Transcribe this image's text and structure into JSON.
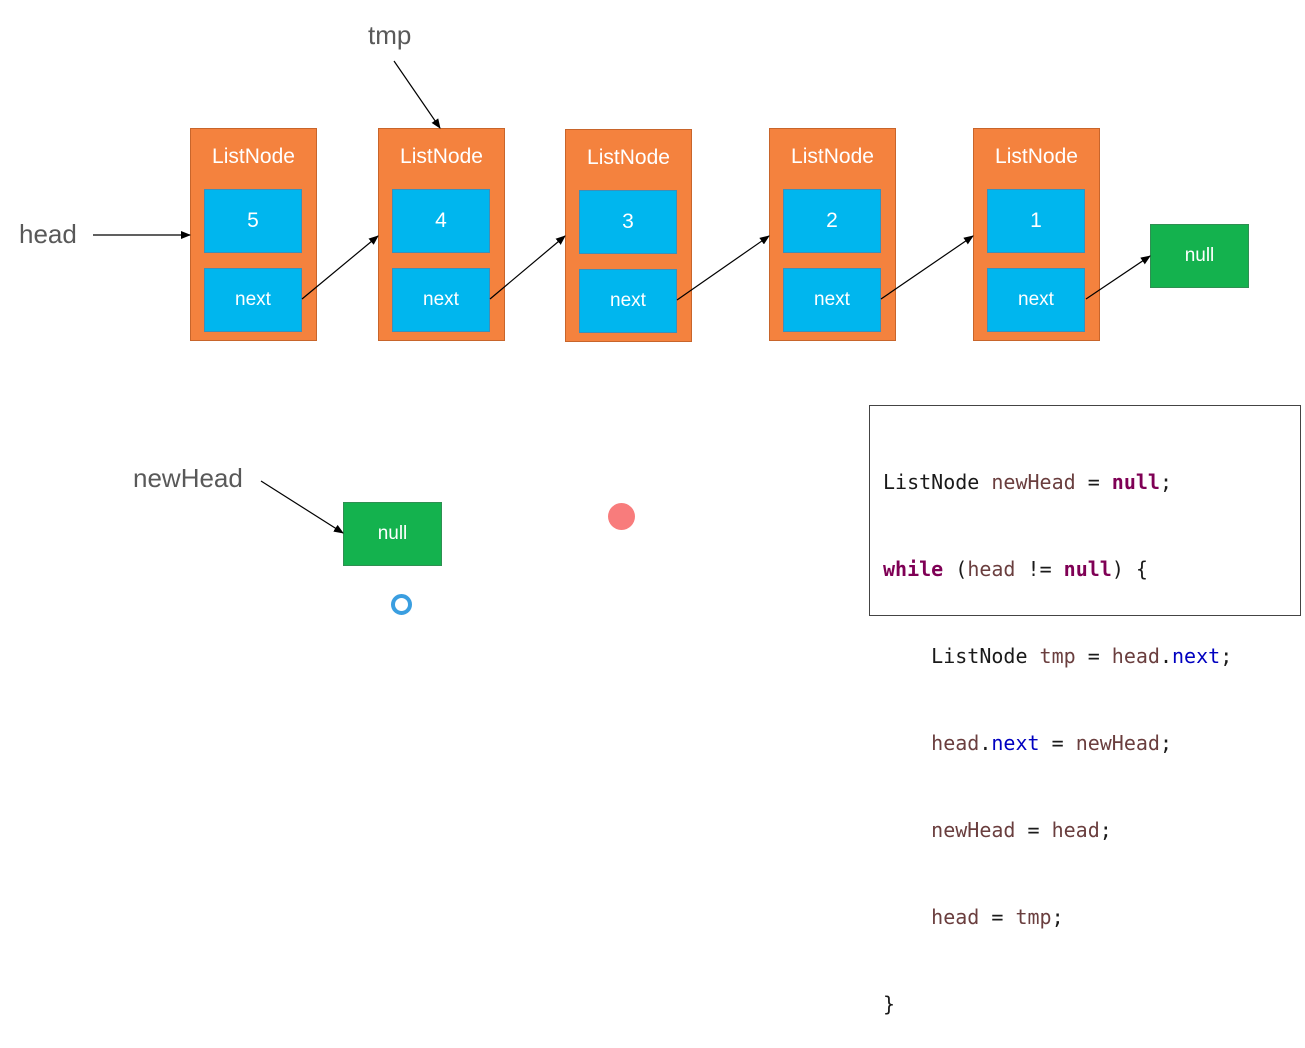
{
  "labels": {
    "tmp": "tmp",
    "head": "head",
    "new_head": "newHead"
  },
  "nodes": [
    {
      "title": "ListNode",
      "value": "5",
      "next": "next"
    },
    {
      "title": "ListNode",
      "value": "4",
      "next": "next"
    },
    {
      "title": "ListNode",
      "value": "3",
      "next": "next"
    },
    {
      "title": "ListNode",
      "value": "2",
      "next": "next"
    },
    {
      "title": "ListNode",
      "value": "1",
      "next": "next"
    }
  ],
  "null_end": "null",
  "null_new_head": "null",
  "code": {
    "l1": {
      "a": "ListNode ",
      "b": "newHead",
      "c": " = ",
      "d": "null",
      "e": ";"
    },
    "l2": {
      "a": "while",
      "b": " (",
      "c": "head",
      "d": " != ",
      "e": "null",
      "f": ") {"
    },
    "l3": {
      "a": "    ListNode ",
      "b": "tmp",
      "c": " = ",
      "d": "head",
      "e": ".",
      "f": "next",
      "g": ";"
    },
    "l4": {
      "a": "    ",
      "b": "head",
      "c": ".",
      "d": "next",
      "e": " = ",
      "f": "newHead",
      "g": ";"
    },
    "l5": {
      "a": "    ",
      "b": "newHead",
      "c": " = ",
      "d": "head",
      "e": ";"
    },
    "l6": {
      "a": "    ",
      "b": "head",
      "c": " = ",
      "d": "tmp",
      "e": ";"
    },
    "l7": {
      "a": "}"
    }
  },
  "colors": {
    "node": "#f4823e",
    "cell": "#00b6ee",
    "null_box": "#14b24e",
    "keyword": "#7f0055",
    "variable": "#6a3e3e",
    "field": "#0000c0"
  }
}
